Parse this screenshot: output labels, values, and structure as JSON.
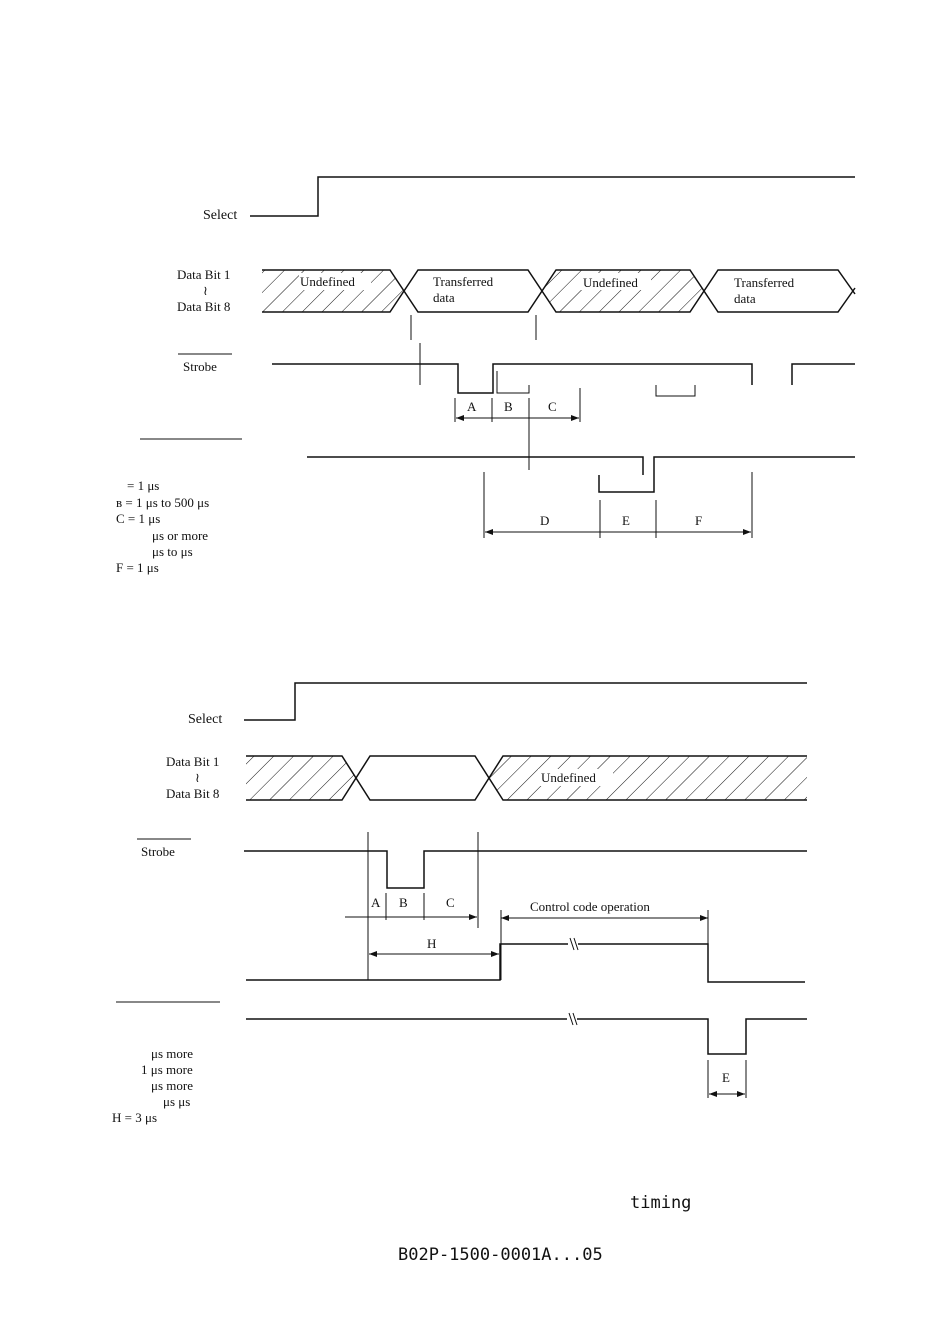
{
  "diagram1": {
    "signals": {
      "select": "Select",
      "data_bit_1": "Data Bit 1",
      "tilde": "≀",
      "data_bit_8": "Data Bit 8",
      "strobe": "Strobe"
    },
    "data_regions": {
      "undefined_1": "Undefined",
      "transferred_1a": "Transferred",
      "transferred_1b": "data",
      "undefined_2": "Undefined",
      "transferred_2a": "Transferred",
      "transferred_2b": "data"
    },
    "intervals": {
      "a": "A",
      "b": "B",
      "c": "C",
      "d": "D",
      "e": "E",
      "f": "F"
    },
    "notes": [
      "= 1 μs",
      "ʙ = 1 μs to 500 μs",
      "C = 1 μs",
      "μs or more",
      "μs to      μs",
      "F = 1 μs"
    ]
  },
  "diagram2": {
    "signals": {
      "select": "Select",
      "data_bit_1": "Data Bit 1",
      "tilde": "≀",
      "data_bit_8": "Data Bit 8",
      "strobe": "Strobe"
    },
    "data_regions": {
      "undefined": "Undefined"
    },
    "intervals": {
      "a": "A",
      "b": "B",
      "c": "C",
      "h": "H",
      "e": "E"
    },
    "control_code_operation": "Control code operation",
    "notes": [
      "μs    more",
      "1 μs    more",
      "μs    more",
      "μs          μs",
      "H = 3 μs"
    ]
  },
  "caption": "timing",
  "doc_id": "B02P-1500-0001A...05"
}
